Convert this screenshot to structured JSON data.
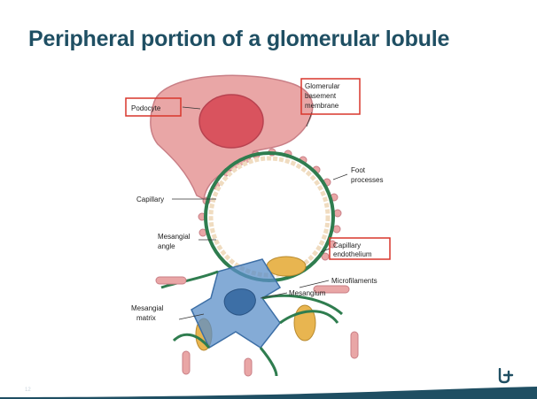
{
  "slide": {
    "title": "Peripheral portion of a glomerular lobule",
    "page_number": "12"
  },
  "diagram": {
    "labels": {
      "podocyte": "Podocyte",
      "gbm_line1": "Glomerular",
      "gbm_line2": "basement",
      "gbm_line3": "membrane",
      "foot_line1": "Foot",
      "foot_line2": "processes",
      "capillary": "Capillary",
      "mes_angle_line1": "Mesangial",
      "mes_angle_line2": "angle",
      "cap_endo_line1": "Capillary",
      "cap_endo_line2": "endothelium",
      "microfilaments": "Microfilaments",
      "mesangium": "Mesangium",
      "mes_matrix_line1": "Mesangial",
      "mes_matrix_line2": "matrix"
    },
    "highlight_color": "#d9362c",
    "colors": {
      "podocyte": "#e9a6a6",
      "podocyte_nucleus": "#d9535e",
      "membrane": "#2f7d4f",
      "mesangium": "#5b8fc8",
      "endothelial_nucleus": "#e8b550"
    }
  },
  "footer": {
    "brand_color": "#1f4f63",
    "logo_icon": "university-logo-icon"
  }
}
